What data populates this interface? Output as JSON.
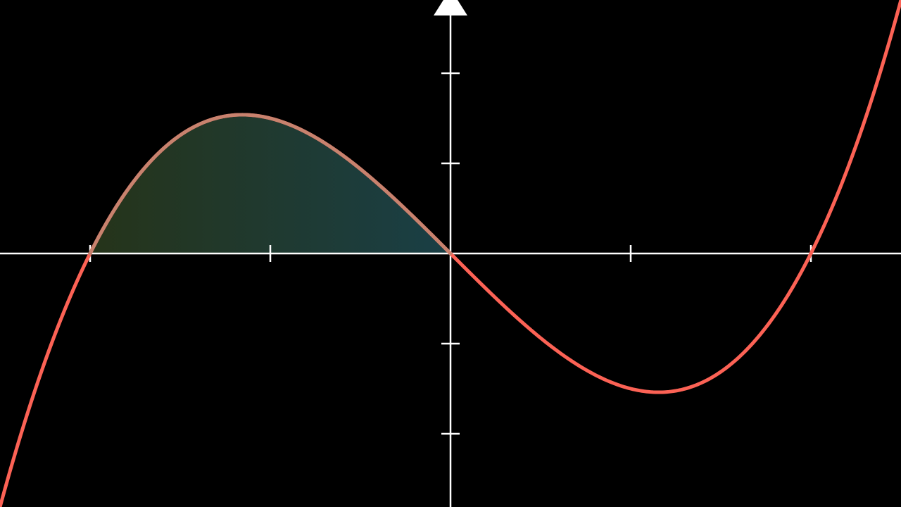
{
  "chart_data": {
    "type": "line",
    "title": "",
    "xlabel": "",
    "ylabel": "",
    "xlim": [
      -2.5,
      2.5
    ],
    "ylim": [
      -2.8125,
      2.8125
    ],
    "grid": false,
    "legend": "none",
    "x_ticks": [
      -2,
      -1,
      1,
      2
    ],
    "y_ticks": [
      -2,
      -1,
      1,
      2
    ],
    "y_axis_arrow": "top",
    "background_color": "#000000",
    "axis_color": "#FFFFFF",
    "series": [
      {
        "function": "y = 0.5x^3 - 2x",
        "domain": [
          -2.5,
          2.5
        ],
        "color": "#FC6255",
        "highlight_color": "#C8826E",
        "points": [
          [
            -2.5,
            -2.8125
          ],
          [
            -2.25,
            -1.1953
          ],
          [
            -2.0,
            0.0
          ],
          [
            -1.75,
            0.8203
          ],
          [
            -1.5,
            1.3125
          ],
          [
            -1.25,
            1.5234
          ],
          [
            -1.1547,
            1.5396
          ],
          [
            -1.0,
            1.5
          ],
          [
            -0.75,
            1.2891
          ],
          [
            -0.5,
            0.9375
          ],
          [
            -0.25,
            0.4922
          ],
          [
            0.0,
            0.0
          ],
          [
            0.25,
            -0.4922
          ],
          [
            0.5,
            -0.9375
          ],
          [
            0.75,
            -1.2891
          ],
          [
            1.0,
            -1.5
          ],
          [
            1.1547,
            -1.5396
          ],
          [
            1.25,
            -1.5234
          ],
          [
            1.5,
            -1.3125
          ],
          [
            1.75,
            -0.8203
          ],
          [
            2.0,
            0.0
          ],
          [
            2.25,
            1.1953
          ],
          [
            2.5,
            2.8125
          ]
        ]
      }
    ],
    "shaded_area": {
      "x_from": -2,
      "x_to": 0,
      "gradient_colors": [
        "#2C3D1E",
        "#1E4A52"
      ],
      "opacity": 0.85,
      "baseline_colors": [
        "#9BD68A",
        "#7FC8E0"
      ]
    }
  }
}
